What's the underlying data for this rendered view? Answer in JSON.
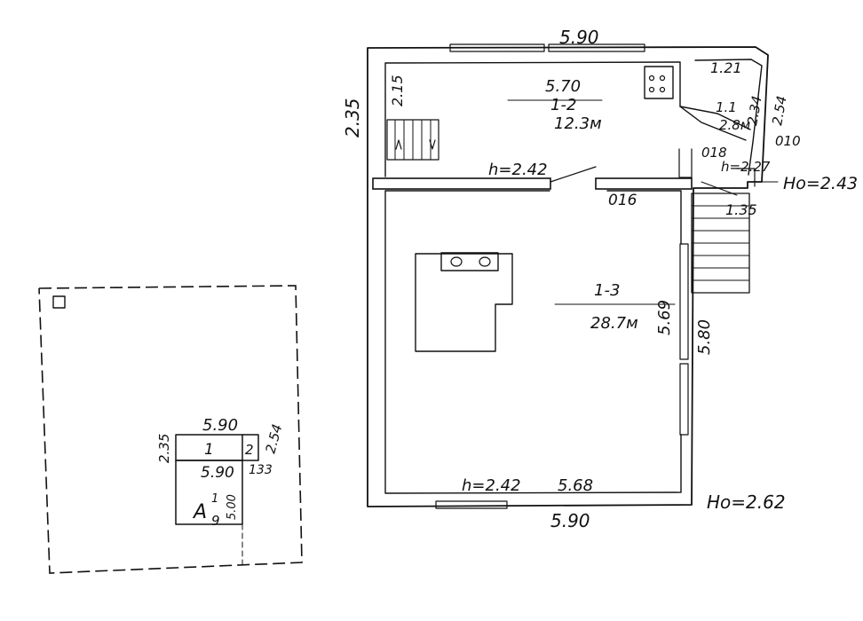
{
  "main_plan": {
    "top_width": "5.90",
    "bottom_width": "5.90",
    "left_height": "2.35",
    "rooms": {
      "r12": {
        "id": "1-2",
        "area": "12.3м",
        "inner_width": "5.70",
        "height_mark": "2.15"
      },
      "r11": {
        "id": "1.1",
        "area": "2.8м",
        "width": "1.21",
        "side_a": "2.34",
        "side_b": "2.54"
      },
      "r13": {
        "id": "1-3",
        "area": "28.7м",
        "inner_height": "5.69",
        "outer_height": "5.80",
        "inner_width": "5.68"
      }
    },
    "ceiling_top": "h=2.42",
    "ceiling_bottom": "h=2.42",
    "ceiling_small": "h=2.27",
    "wall_018": "018",
    "wall_010": "010",
    "wall_016": "016",
    "stair_width": "1.35",
    "ho_top": "Ho=2.43",
    "ho_bottom": "Ho=2.62"
  },
  "site_plan": {
    "top_width": "5.90",
    "left_height": "2.35",
    "right_height": "2.54",
    "mid_width": "5.90",
    "side_dim": "133",
    "depth": "5.00",
    "cell_1": "1",
    "cell_2": "2",
    "letter_a": "А",
    "sup_1": "1",
    "sub_9": "9"
  }
}
